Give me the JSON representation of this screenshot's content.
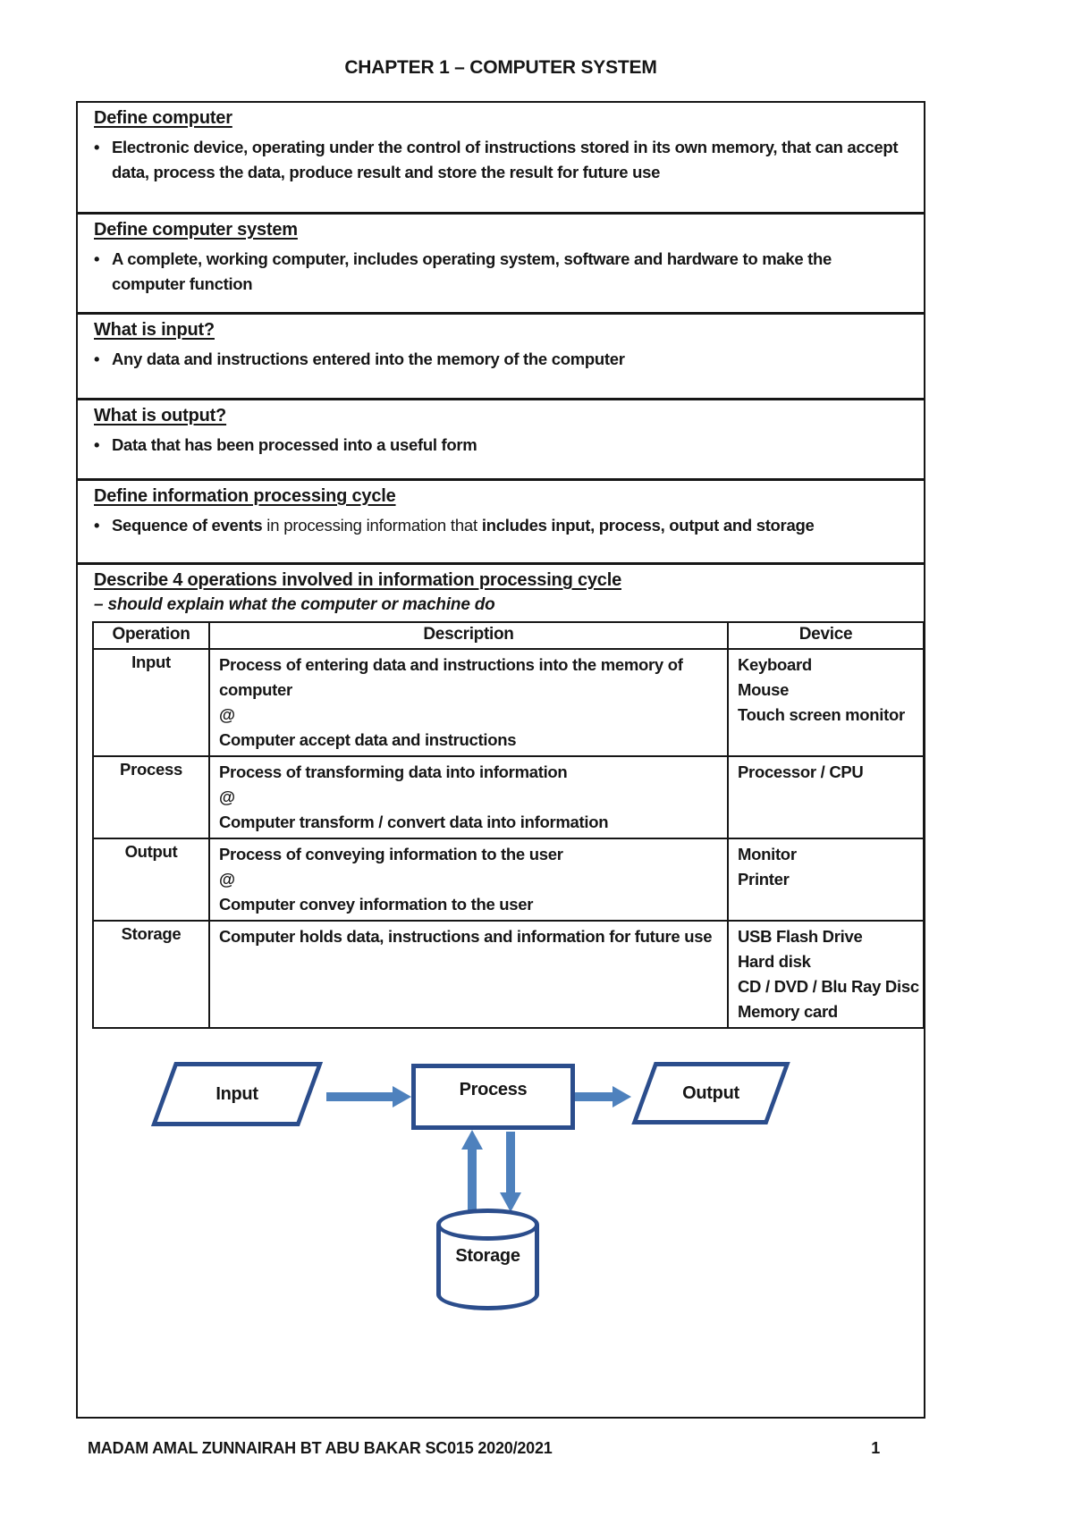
{
  "page": {
    "title": "CHAPTER 1 – COMPUTER SYSTEM",
    "footer": {
      "author": "MADAM AMAL ZUNNAIRAH BT ABU BAKAR SC015 2020/2021",
      "page_number": "1"
    }
  },
  "sections": [
    {
      "heading": "Define computer",
      "bullet": "Electronic device, operating under the control of instructions stored in its own memory, that can accept data, process the data, produce result and store the result for future use"
    },
    {
      "heading": "Define computer system",
      "bullet": "A complete, working computer, includes operating system, software and hardware to make the computer function"
    },
    {
      "heading": "What is input?",
      "bullet": "Any data and instructions entered into the memory of the computer"
    },
    {
      "heading": "What is output?",
      "bullet": "Data that has been processed into a useful form"
    },
    {
      "heading": "Define information processing cycle",
      "bullet_parts": {
        "bold_start": "Sequence of events",
        "normal_middle": " in processing information that ",
        "bold_end": "includes input, process, output and storage"
      }
    }
  ],
  "operations_section": {
    "heading": "Describe 4 operations involved in information processing cycle",
    "subheading": "– should explain what the computer or machine do",
    "table": {
      "headers": [
        "Operation",
        "Description",
        "Device"
      ],
      "rows": [
        {
          "operation": "Input",
          "description_lines": [
            "Process of entering data and instructions into the memory of computer",
            "@",
            "Computer accept data and instructions"
          ],
          "devices": [
            "Keyboard",
            "Mouse",
            "Touch screen monitor"
          ]
        },
        {
          "operation": "Process",
          "description_lines": [
            "Process of transforming data into information",
            "@",
            "Computer transform / convert data into information"
          ],
          "devices": [
            "Processor / CPU"
          ]
        },
        {
          "operation": "Output",
          "description_lines": [
            "Process of conveying information to the user",
            "@",
            "Computer convey information to the user"
          ],
          "devices": [
            "Monitor",
            "Printer"
          ]
        },
        {
          "operation": "Storage",
          "description_lines": [
            "Computer holds data, instructions and information for future use"
          ],
          "devices": [
            "USB Flash Drive",
            "Hard disk",
            "CD / DVD / Blu Ray Disc",
            "Memory card"
          ]
        }
      ]
    }
  },
  "diagram": {
    "nodes": {
      "input": "Input",
      "process": "Process",
      "output": "Output",
      "storage": "Storage"
    },
    "colors": {
      "shape_border": "#2b4d8c",
      "arrow_fill": "#4e81bd",
      "shape_fill": "#ffffff"
    }
  }
}
